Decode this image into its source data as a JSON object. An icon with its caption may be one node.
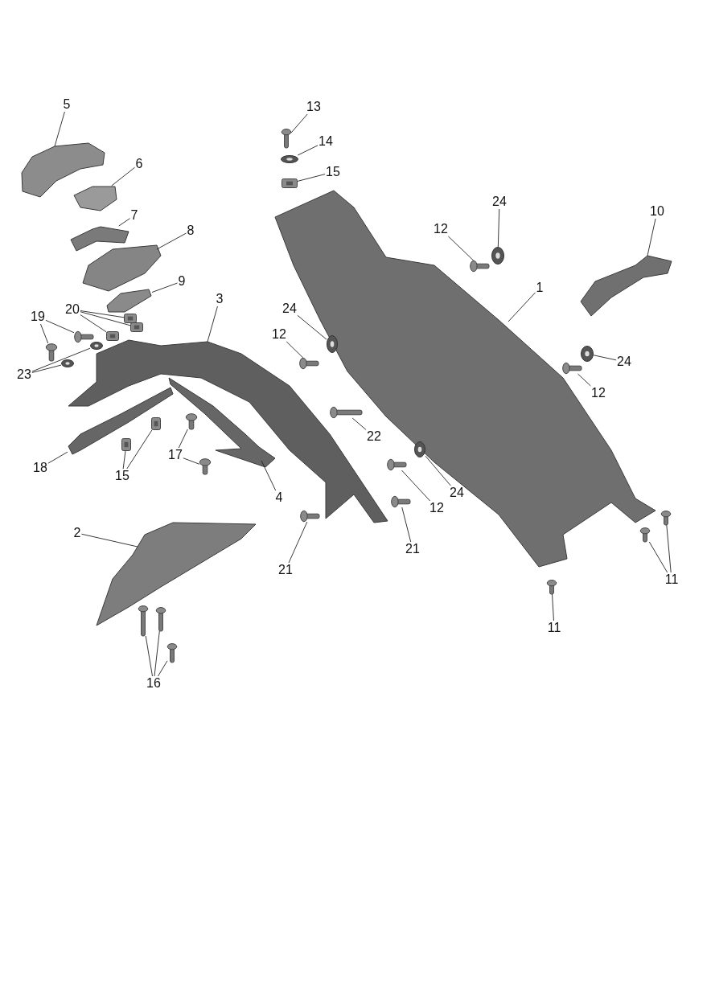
{
  "diagram": {
    "nodes": [
      {
        "text": [
          "5"
        ]
      },
      {
        "text": [
          "13"
        ]
      },
      {
        "text": [
          "14"
        ]
      },
      {
        "text": [
          "6"
        ]
      },
      {
        "text": [
          "15"
        ]
      },
      {
        "text": [
          "24"
        ]
      },
      {
        "text": [
          "10"
        ]
      },
      {
        "text": [
          "7"
        ]
      },
      {
        "text": [
          "12"
        ]
      },
      {
        "text": [
          "8"
        ]
      },
      {
        "text": [
          "9"
        ]
      },
      {
        "text": [
          "1"
        ]
      },
      {
        "text": [
          "3"
        ]
      },
      {
        "text": [
          "24"
        ]
      },
      {
        "text": [
          "20"
        ]
      },
      {
        "text": [
          "19"
        ]
      },
      {
        "text": [
          "12"
        ]
      },
      {
        "text": [
          "24"
        ]
      },
      {
        "text": [
          "23"
        ]
      },
      {
        "text": [
          "12"
        ]
      },
      {
        "text": [
          "22"
        ]
      },
      {
        "text": [
          "17"
        ]
      },
      {
        "text": [
          "18"
        ]
      },
      {
        "text": [
          "15"
        ]
      },
      {
        "text": [
          "24"
        ]
      },
      {
        "text": [
          "4"
        ]
      },
      {
        "text": [
          "12"
        ]
      },
      {
        "text": [
          "2"
        ]
      },
      {
        "text": [
          "21"
        ]
      },
      {
        "text": [
          "21"
        ]
      },
      {
        "text": [
          "11"
        ]
      },
      {
        "text": [
          "11"
        ]
      },
      {
        "text": [
          "16"
        ]
      },
      {
        "text": [],
        "shape": "picture"
      },
      {
        "text": [],
        "shape": "picture"
      },
      {
        "text": [],
        "shape": "picture"
      },
      {
        "text": [],
        "shape": "picture"
      },
      {
        "text": [],
        "shape": "picture"
      },
      {
        "text": [],
        "shape": "picture"
      },
      {
        "text": [],
        "shape": "picture"
      },
      {
        "text": [],
        "shape": "picture"
      },
      {
        "text": [],
        "shape": "picture"
      },
      {
        "text": [],
        "shape": "picture"
      },
      {
        "text": [],
        "shape": "picture"
      },
      {
        "text": [],
        "shape": "picture"
      },
      {
        "text": [],
        "shape": "picture"
      },
      {
        "text": [],
        "shape": "picture"
      },
      {
        "text": [],
        "shape": "picture"
      },
      {
        "text": [],
        "shape": "picture"
      },
      {
        "text": [],
        "shape": "picture"
      },
      {
        "text": [],
        "shape": "picture"
      },
      {
        "text": [],
        "shape": "picture"
      },
      {
        "text": [],
        "shape": "picture"
      },
      {
        "text": [],
        "shape": "picture"
      },
      {
        "text": [],
        "shape": "picture"
      },
      {
        "text": [],
        "shape": "picture"
      },
      {
        "text": [],
        "shape": "picture"
      },
      {
        "text": [],
        "shape": "picture"
      },
      {
        "text": [],
        "shape": "picture"
      },
      {
        "text": [],
        "shape": "picture"
      },
      {
        "text": [],
        "shape": "picture"
      },
      {
        "text": [],
        "shape": "picture"
      },
      {
        "text": [],
        "shape": "picture"
      },
      {
        "text": [],
        "shape": "picture"
      },
      {
        "text": [],
        "shape": "picture"
      },
      {
        "text": [],
        "shape": "picture"
      },
      {
        "text": [],
        "shape": "picture"
      },
      {
        "text": [],
        "shape": "picture"
      },
      {
        "text": [],
        "shape": "picture"
      },
      {
        "text": [],
        "shape": "picture"
      },
      {
        "text": [],
        "shape": "picture"
      },
      {
        "text": [],
        "shape": "picture"
      },
      {
        "text": [],
        "shape": "picture"
      },
      {
        "text": [],
        "shape": "picture"
      },
      {
        "text": [],
        "shape": "picture"
      }
    ],
    "edges": [
      {
        "from": 0,
        "to": 33,
        "arrow": "none"
      },
      {
        "from": 1,
        "to": 34,
        "arrow": "none"
      },
      {
        "from": 2,
        "to": 35,
        "arrow": "none"
      },
      {
        "from": 3,
        "to": 36,
        "arrow": "none"
      },
      {
        "from": 4,
        "to": 37,
        "arrow": "none"
      },
      {
        "from": 5,
        "to": 38,
        "arrow": "none"
      },
      {
        "from": 6,
        "to": 39,
        "arrow": "none"
      },
      {
        "from": 7,
        "to": 40,
        "arrow": "none"
      },
      {
        "from": 8,
        "to": 41,
        "arrow": "none"
      },
      {
        "from": 9,
        "to": 42,
        "arrow": "none"
      },
      {
        "from": 10,
        "to": 43,
        "arrow": "none"
      },
      {
        "from": 11,
        "to": 44,
        "arrow": "none"
      },
      {
        "from": 12,
        "to": 45,
        "arrow": "none"
      },
      {
        "from": 13,
        "to": 46,
        "arrow": "none"
      },
      {
        "from": 14,
        "to": 47,
        "arrow": "none"
      },
      {
        "from": 14,
        "to": 48,
        "arrow": "none"
      },
      {
        "from": 14,
        "to": 49,
        "arrow": "none"
      },
      {
        "from": 15,
        "to": 50,
        "arrow": "none"
      },
      {
        "from": 15,
        "to": 51,
        "arrow": "none"
      },
      {
        "from": 16,
        "to": 52,
        "arrow": "none"
      },
      {
        "from": 17,
        "to": 53,
        "arrow": "none"
      },
      {
        "from": 18,
        "to": 54,
        "arrow": "none"
      },
      {
        "from": 18,
        "to": 55,
        "arrow": "none"
      },
      {
        "from": 19,
        "to": 56,
        "arrow": "none"
      },
      {
        "from": 20,
        "to": 57,
        "arrow": "none"
      },
      {
        "from": 21,
        "to": 58,
        "arrow": "none"
      },
      {
        "from": 21,
        "to": 59,
        "arrow": "none"
      },
      {
        "from": 22,
        "to": 60,
        "arrow": "none"
      },
      {
        "from": 23,
        "to": 61,
        "arrow": "none"
      },
      {
        "from": 23,
        "to": 62,
        "arrow": "none"
      },
      {
        "from": 24,
        "to": 63,
        "arrow": "none"
      },
      {
        "from": 25,
        "to": 64,
        "arrow": "none"
      },
      {
        "from": 26,
        "to": 65,
        "arrow": "none"
      },
      {
        "from": 27,
        "to": 66,
        "arrow": "none"
      },
      {
        "from": 28,
        "to": 67,
        "arrow": "none"
      },
      {
        "from": 29,
        "to": 68,
        "arrow": "none"
      },
      {
        "from": 30,
        "to": 69,
        "arrow": "none"
      },
      {
        "from": 30,
        "to": 70,
        "arrow": "none"
      },
      {
        "from": 31,
        "to": 71,
        "arrow": "none"
      },
      {
        "from": 32,
        "to": 72,
        "arrow": "none"
      },
      {
        "from": 32,
        "to": 73,
        "arrow": "none"
      },
      {
        "from": 32,
        "to": 74,
        "arrow": "none"
      }
    ]
  }
}
